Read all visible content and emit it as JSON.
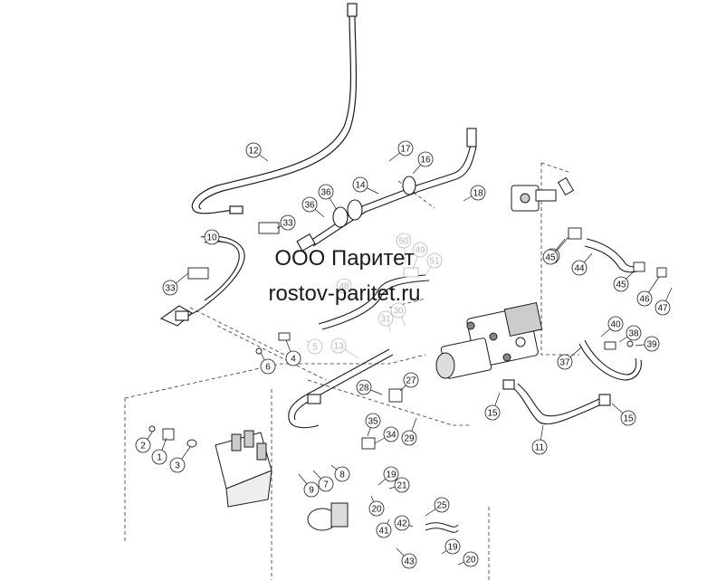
{
  "watermark": {
    "line1": "ООО Паритет",
    "line2": "rostov-paritet.ru"
  },
  "callouts": [
    "1",
    "2",
    "3",
    "4",
    "5",
    "6",
    "7",
    "8",
    "9",
    "10",
    "11",
    "12",
    "13",
    "14",
    "15",
    "15",
    "15",
    "16",
    "17",
    "18",
    "19",
    "19",
    "20",
    "20",
    "21",
    "25",
    "27",
    "28",
    "29",
    "30",
    "31",
    "33",
    "33",
    "34",
    "35",
    "36",
    "36",
    "37",
    "38",
    "39",
    "40",
    "41",
    "42",
    "43",
    "44",
    "45",
    "45",
    "46",
    "47",
    "48",
    "49",
    "50",
    "51"
  ],
  "colors": {
    "line": "#1a1a1a",
    "ghost": "#b8b8b8",
    "background": "#ffffff"
  }
}
